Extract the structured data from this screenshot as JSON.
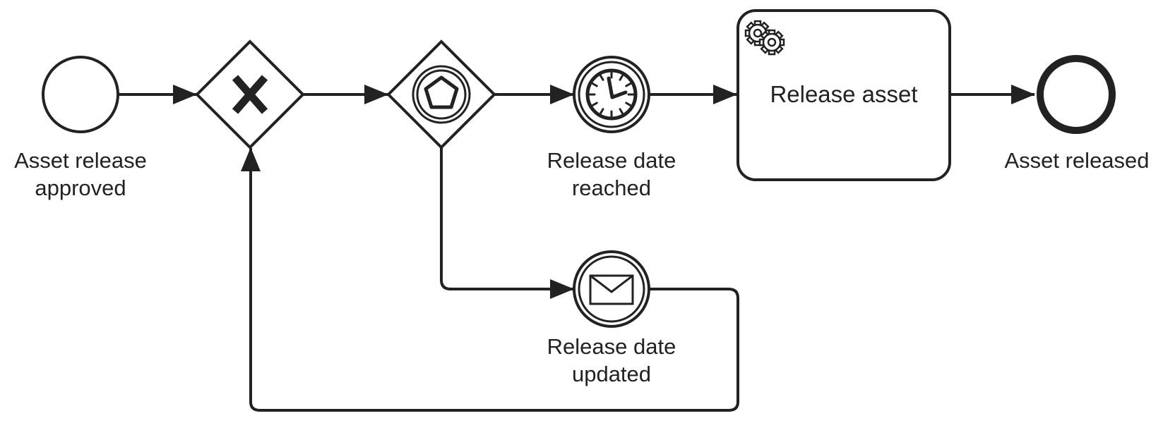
{
  "diagram": {
    "type": "BPMN process",
    "start_event": {
      "label": "Asset release\napproved",
      "kind": "none start event"
    },
    "exclusive_gateway": {
      "kind": "exclusive gateway (X)"
    },
    "event_based_gateway": {
      "kind": "event-based gateway"
    },
    "timer_event": {
      "label": "Release date\nreached",
      "kind": "intermediate timer catch event",
      "icon": "clock-icon"
    },
    "message_event": {
      "label": "Release date\nupdated",
      "kind": "intermediate message catch event",
      "icon": "envelope-icon"
    },
    "service_task": {
      "label": "Release asset",
      "kind": "service task",
      "icon": "gear-icon"
    },
    "end_event": {
      "label": "Asset released",
      "kind": "end event"
    },
    "flows": [
      {
        "from": "start_event",
        "to": "exclusive_gateway"
      },
      {
        "from": "exclusive_gateway",
        "to": "event_based_gateway"
      },
      {
        "from": "event_based_gateway",
        "to": "timer_event"
      },
      {
        "from": "event_based_gateway",
        "to": "message_event"
      },
      {
        "from": "timer_event",
        "to": "service_task"
      },
      {
        "from": "service_task",
        "to": "end_event"
      },
      {
        "from": "message_event",
        "to": "exclusive_gateway"
      }
    ],
    "colors": {
      "stroke": "#222222",
      "fill": "#ffffff"
    }
  }
}
